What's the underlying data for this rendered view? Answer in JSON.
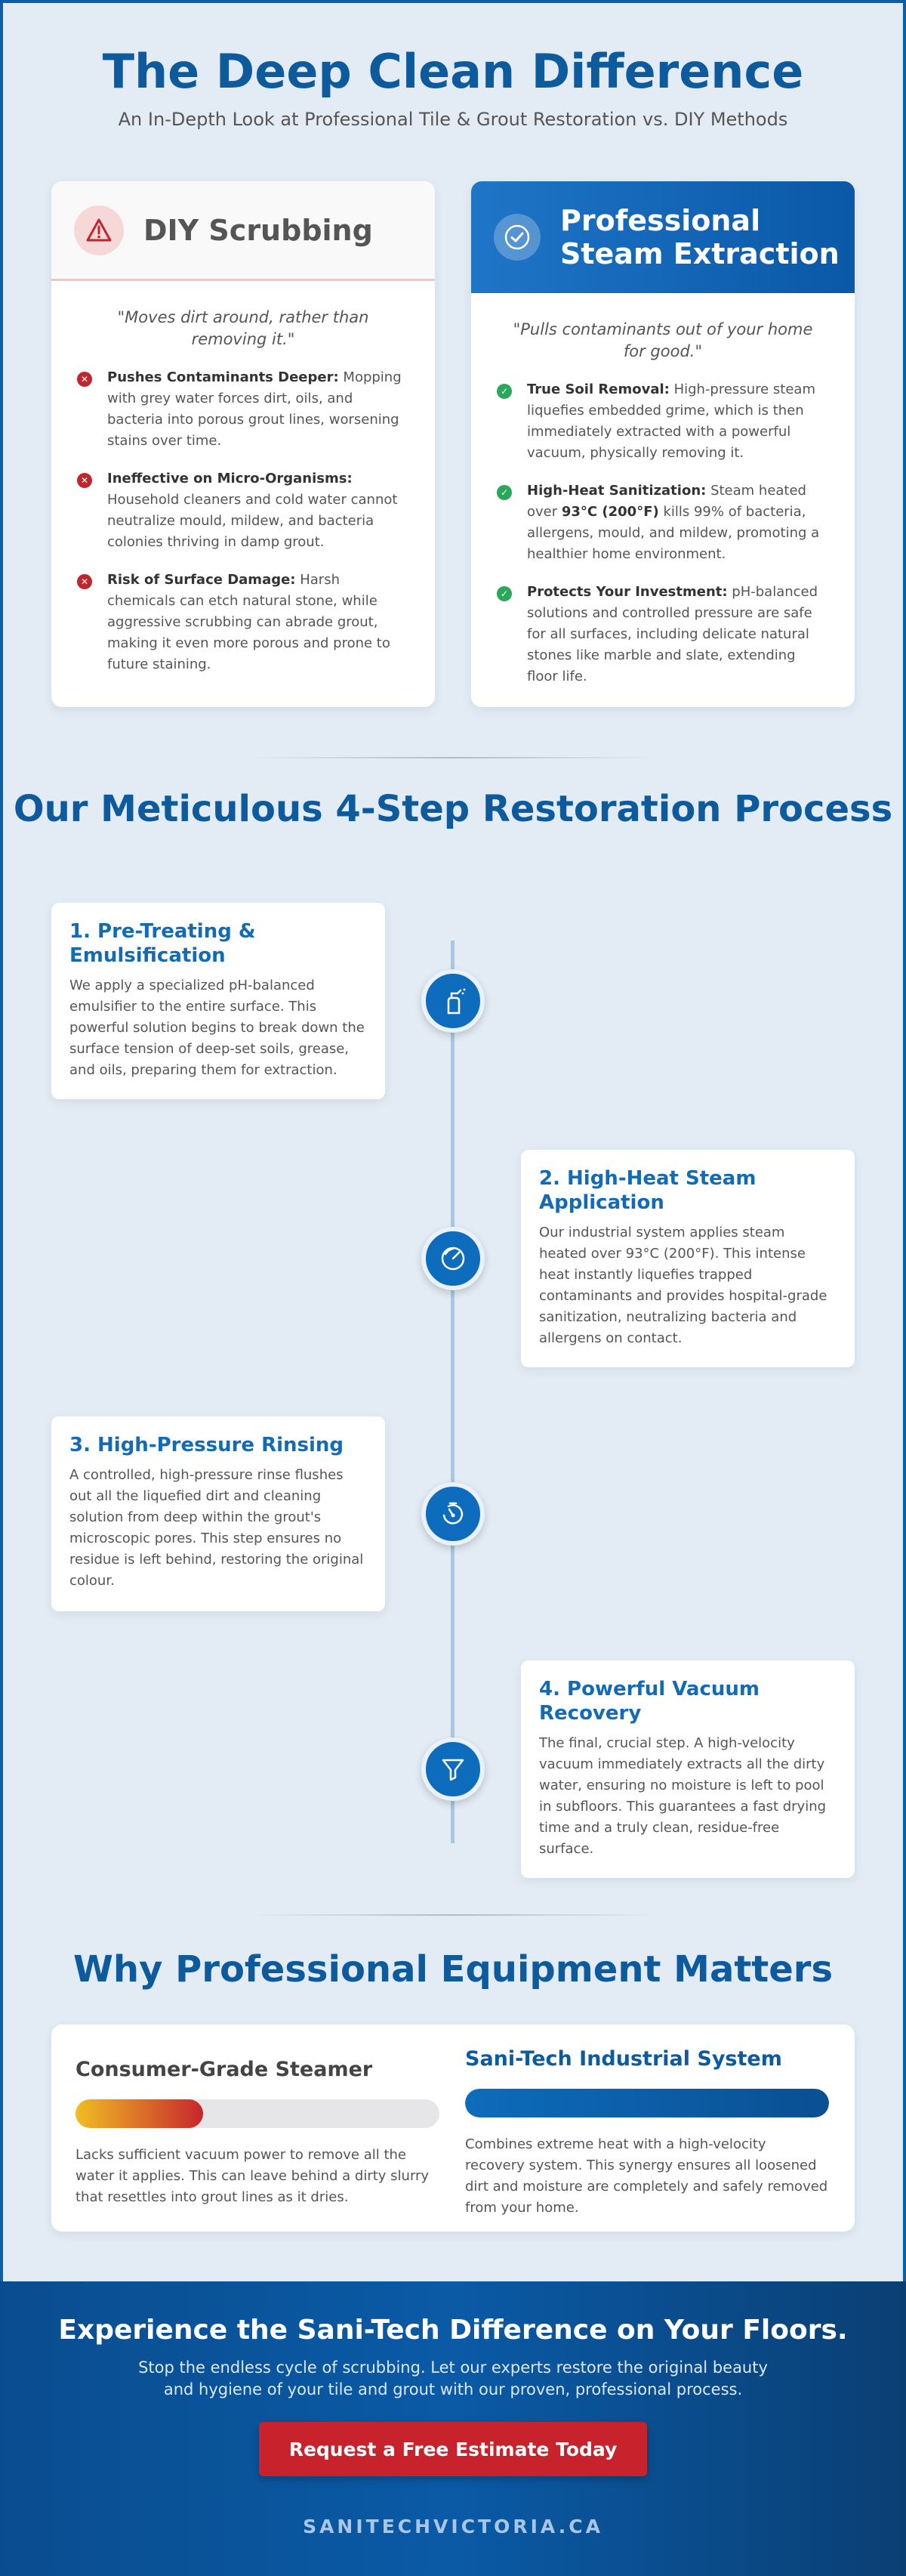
{
  "hero": {
    "title": "The Deep Clean Difference",
    "subtitle": "An In-Depth Look at Professional Tile & Grout Restoration vs. DIY Methods"
  },
  "diy": {
    "title": "DIY Scrubbing",
    "quote": "\"Moves dirt around, rather than removing it.\"",
    "icon": "warning-triangle-icon",
    "items": [
      {
        "heading": "Pushes Contaminants Deeper:",
        "text": " Mopping with grey water forces dirt, oils, and bacteria into porous grout lines, worsening stains over time."
      },
      {
        "heading": "Ineffective on Micro-Organisms:",
        "text": " Household cleaners and cold water cannot neutralize mould, mildew, and bacteria colonies thriving in damp grout."
      },
      {
        "heading": "Risk of Surface Damage:",
        "text": " Harsh chemicals can etch natural stone, while aggressive scrubbing can abrade grout, making it even more porous and prone to future staining."
      }
    ]
  },
  "pro": {
    "title_line1": "Professional",
    "title_line2": "Steam Extraction",
    "quote": "\"Pulls contaminants out of your home for good.\"",
    "icon": "check-circle-icon",
    "items": [
      {
        "heading": "True Soil Removal:",
        "pre": " High-pressure steam liquefies embedded grime, which is then immediately extracted with a powerful vacuum, physically removing it.",
        "strong": "",
        "post": ""
      },
      {
        "heading": "High-Heat Sanitization:",
        "pre": " Steam heated over ",
        "strong": "93°C (200°F)",
        "post": " kills 99% of bacteria, allergens, mould, and mildew, promoting a healthier home environment."
      },
      {
        "heading": "Protects Your Investment:",
        "pre": " pH-balanced solutions and controlled pressure are safe for all surfaces, including delicate natural stones like marble and slate, extending floor life.",
        "strong": "",
        "post": ""
      }
    ]
  },
  "process": {
    "title": "Our Meticulous 4-Step Restoration Process",
    "steps": [
      {
        "title": "1. Pre-Treating & Emulsification",
        "body": "We apply a specialized pH-balanced emulsifier to the entire surface. This powerful solution begins to break down the surface tension of deep-set soils, grease, and oils, preparing them for extraction.",
        "icon": "spray-bottle-icon"
      },
      {
        "title": "2. High-Heat Steam Application",
        "body": "Our industrial system applies steam heated over 93°C (200°F). This intense heat instantly liquefies trapped contaminants and provides hospital-grade sanitization, neutralizing bacteria and allergens on contact.",
        "icon": "thermometer-icon"
      },
      {
        "title": "3. High-Pressure Rinsing",
        "body": "A controlled, high-pressure rinse flushes out all the liquefied dirt and cleaning solution from deep within the grout's microscopic pores. This step ensures no residue is left behind, restoring the original colour.",
        "icon": "pressure-gauge-icon"
      },
      {
        "title": "4. Powerful Vacuum Recovery",
        "body": "The final, crucial step. A high-velocity vacuum immediately extracts all the dirty water, ensuring no moisture is left to pool in subfloors. This guarantees a fast drying time and a truly clean, residue-free surface.",
        "icon": "funnel-icon"
      }
    ]
  },
  "equipment": {
    "title": "Why Professional Equipment Matters",
    "consumer": {
      "title": "Consumer-Grade Steamer",
      "level": 0.35,
      "body": "Lacks sufficient vacuum power to remove all the water it applies. This can leave behind a dirty slurry that resettles into grout lines as it dries."
    },
    "industrial": {
      "title": "Sani-Tech Industrial System",
      "level": 1.0,
      "body": "Combines extreme heat with a high-velocity recovery system. This synergy ensures all loosened dirt and moisture are completely and safely removed from your home."
    }
  },
  "cta": {
    "title": "Experience the Sani-Tech Difference on Your Floors.",
    "text": "Stop the endless cycle of scrubbing. Let our experts restore the original beauty and hygiene of your tile and grout with our proven, professional process.",
    "button": "Request a Free Estimate Today",
    "site": "SANITECHVICTORIA.CA"
  },
  "colors": {
    "brand_blue": "#0d5a9c",
    "accent_red": "#c8232c",
    "success_green": "#2aa75a"
  }
}
